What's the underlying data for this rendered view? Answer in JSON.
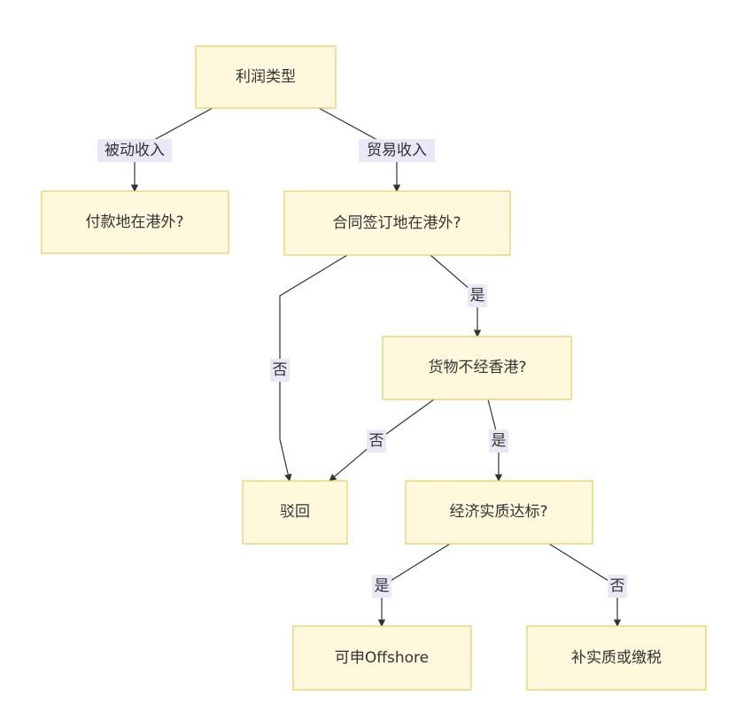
{
  "nodes": {
    "profit_type": "利润类型",
    "payment_outside": "付款地在港外?",
    "contract_outside": "合同签订地在港外?",
    "goods_not_via_hk": "货物不经香港?",
    "rejected": "驳回",
    "substance_met": "经济实质达标?",
    "offshore_eligible": "可申Offshore",
    "add_substance_or_pay_tax": "补实质或缴税"
  },
  "edges": {
    "passive_income": "被动收入",
    "trade_income": "贸易收入",
    "contract_yes": "是",
    "contract_no": "否",
    "goods_no": "否",
    "goods_yes": "是",
    "substance_yes": "是",
    "substance_no": "否"
  },
  "colors": {
    "node_fill": "#fff8dc",
    "node_border": "#e6cf6f",
    "edge_label_bg": "#e8e8f6",
    "line": "#333333"
  }
}
